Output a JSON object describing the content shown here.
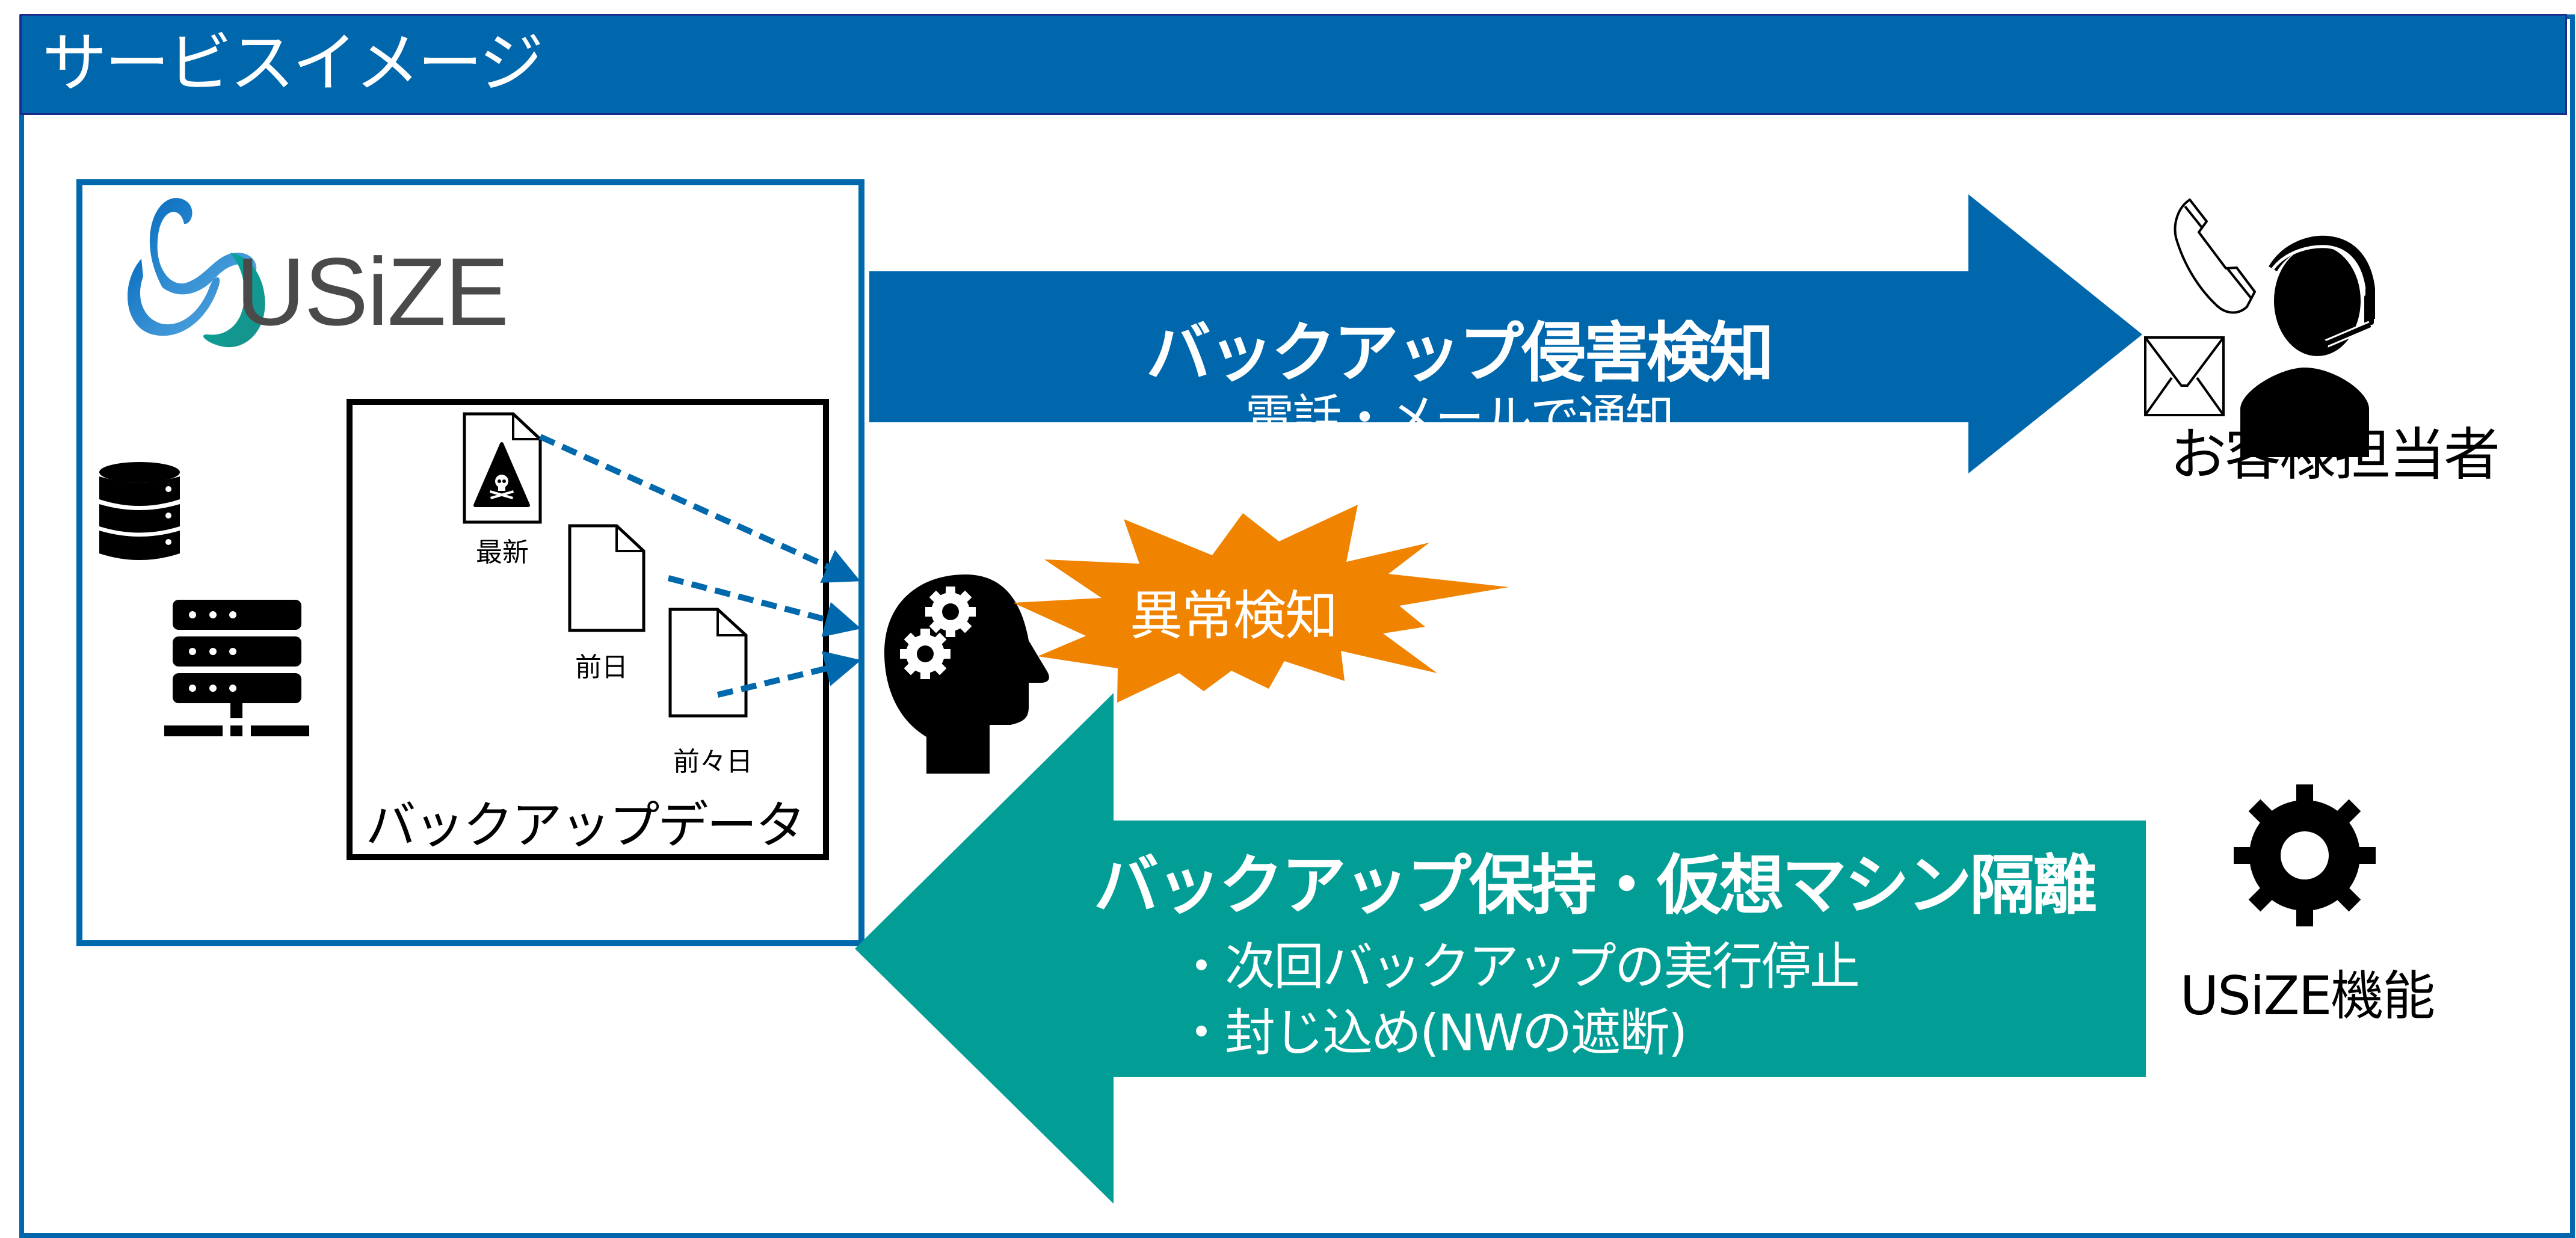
{
  "header": {
    "title": "サービスイメージ"
  },
  "colors": {
    "header_fill": "#0067ad",
    "frame_border": "#0066ad",
    "notify_arrow": "#0067ad",
    "action_arrow": "#029e96",
    "burst": "#f08300",
    "dashed_arrow": "#0068ad"
  },
  "usize_panel": {
    "logo_text": "USiZE",
    "backup_data": {
      "title": "バックアップデータ",
      "files": [
        {
          "label": "最新",
          "infected": true
        },
        {
          "label": "前日",
          "infected": false
        },
        {
          "label": "前々日",
          "infected": false
        }
      ]
    },
    "icons": [
      "database-icon",
      "server-icon"
    ]
  },
  "detection": {
    "burst_label": "異常検知",
    "icon": "head-gears-icon"
  },
  "notify_arrow": {
    "title": "バックアップ侵害検知",
    "subtitle": "電話・メールで通知"
  },
  "customer": {
    "label": "お客様担当者",
    "icons": [
      "phone-icon",
      "mail-icon",
      "operator-headset-icon"
    ]
  },
  "action_arrow": {
    "title": "バックアップ保持・仮想マシン隔離",
    "bullets": [
      "・次回バックアップの実行停止",
      "・封じ込め(NWの遮断)"
    ]
  },
  "usize_function": {
    "label": "USiZE機能",
    "icon": "gear-icon"
  }
}
